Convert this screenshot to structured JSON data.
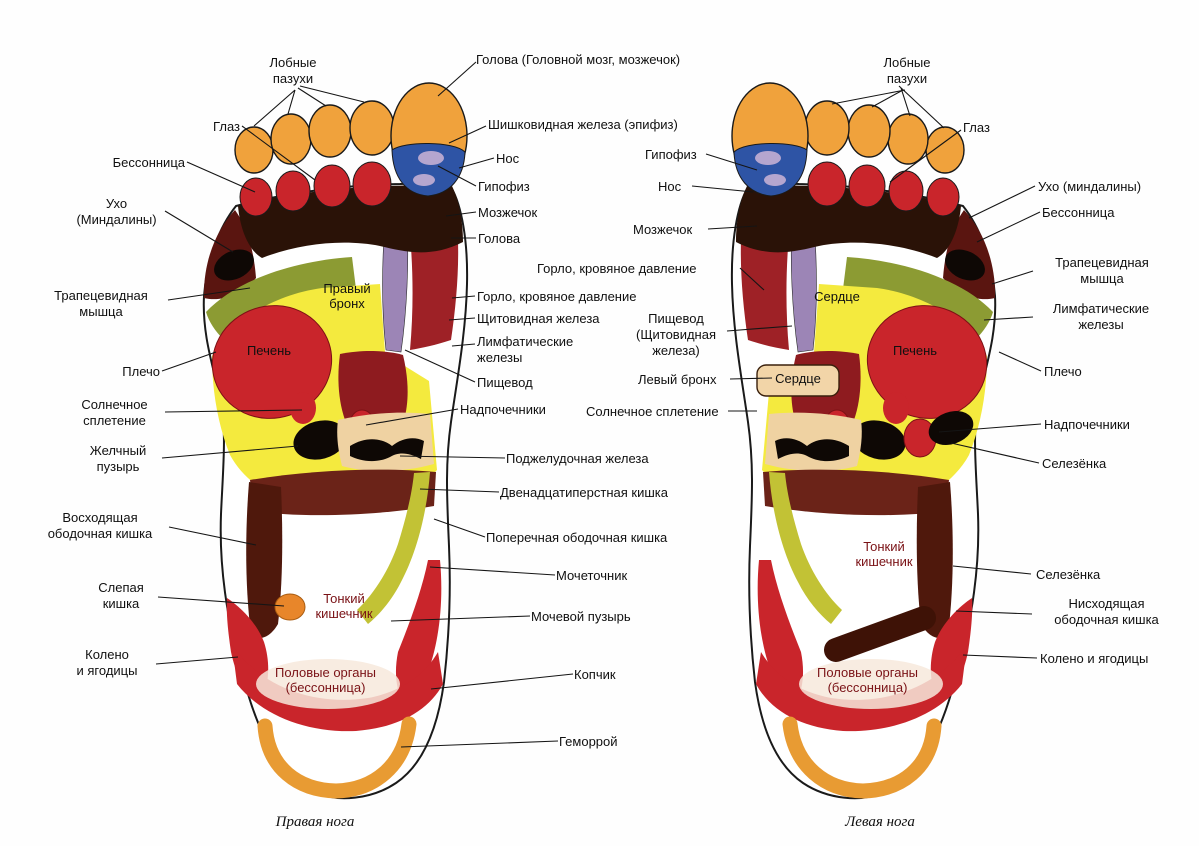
{
  "captions": {
    "right_foot": "Правая нога",
    "left_foot": "Левая нога"
  },
  "palette": {
    "foot_outline": "#1a1a1a",
    "toe_orange": "#F0A23C",
    "zone_red": "#C9252B",
    "zone_dark_red": "#8E1B1F",
    "zone_maroon": "#5A1510",
    "zone_dark_brown": "#2A1207",
    "colon_brown": "#4F180C",
    "zone_olive": "#8C9B33",
    "zone_yellow": "#F4EA3E",
    "zone_blue": "#2E54A5",
    "zone_lavender": "#B5A6CF",
    "zone_purple": "#9C85B6",
    "zone_tan": "#EFD2A2",
    "ureter_yellow_green": "#C2C235",
    "hemorrhoid_orange": "#E89B33",
    "zone_black": "#0E0805"
  },
  "labels": {
    "head_brain": "Голова (Головной мозг, мозжечок)",
    "frontal_sinuses_r": "Лобные\nпазухи",
    "eye_r": "Глаз",
    "insomnia_r": "Бессонница",
    "ear_tonsils_r": "Ухо\n(Миндалины)",
    "trapezius_r": "Трапецевидная\nмышца",
    "shoulder_r": "Плечо",
    "solar_plexus_r": "Солнечное\nсплетение",
    "gallbladder_r": "Желчный\nпузырь",
    "ascending_colon_r": "Восходящая\nободочная кишка",
    "cecum_r": "Слепая\nкишка",
    "knee_buttocks_r": "Колено\nи ягодицы",
    "pineal": "Шишковидная железа (эпифиз)",
    "nose_r": "Нос",
    "pituitary_r": "Гипофиз",
    "cerebellum_r": "Мозжечок",
    "head_r": "Голова",
    "throat_bp_l": "Горло, кровяное давление",
    "throat_bp_r": "Горло, кровяное давление",
    "thyroid_r": "Щитовидная железа",
    "lymph_r": "Лимфатические\nжелезы",
    "esophagus_r": "Пищевод",
    "adrenals_r": "Надпочечники",
    "pituitary_l": "Гипофиз",
    "nose_l": "Нос",
    "cerebellum_l": "Мозжечок",
    "esophagus_thyroid_l": "Пищевод\n(Щитовидная\nжелеза)",
    "left_bronchus_l": "Левый бронх",
    "solar_plexus_l": "Солнечное сплетение",
    "pancreas": "Поджелудочная железа",
    "duodenum": "Двенадцатиперстная кишка",
    "transverse_colon": "Поперечная ободочная кишка",
    "ureter": "Мочеточник",
    "bladder": "Мочевой пузырь",
    "coccyx": "Копчик",
    "hemorrhoids": "Геморрой",
    "frontal_sinuses_l": "Лобные\nпазухи",
    "eye_l": "Глаз",
    "ear_tonsils_l": "Ухо (миндалины)",
    "insomnia_l": "Бессонница",
    "trapezius_l": "Трапецевидная\nмышца",
    "lymph_l": "Лимфатические\nжелезы",
    "shoulder_l": "Плечо",
    "adrenals_l": "Надпочечники",
    "spleen_upper_l": "Селезёнка",
    "spleen_lower_l": "Селезёнка",
    "descending_colon_l": "Нисходящая\nободочная кишка",
    "knee_buttocks_l": "Колено и ягодицы"
  },
  "inner_labels": {
    "right_bronchus": "Правый\nбронх",
    "liver_r": "Печень",
    "small_intestine_r": "Тонкий\nкишечник",
    "genitals_r": "Половые органы\n(бессонница)",
    "heart_zone_l": "Сердце",
    "heart_box_l": "Сердце",
    "liver_l": "Печень",
    "small_intestine_l": "Тонкий\nкишечник",
    "genitals_l": "Половые органы\n(бессонница)"
  }
}
